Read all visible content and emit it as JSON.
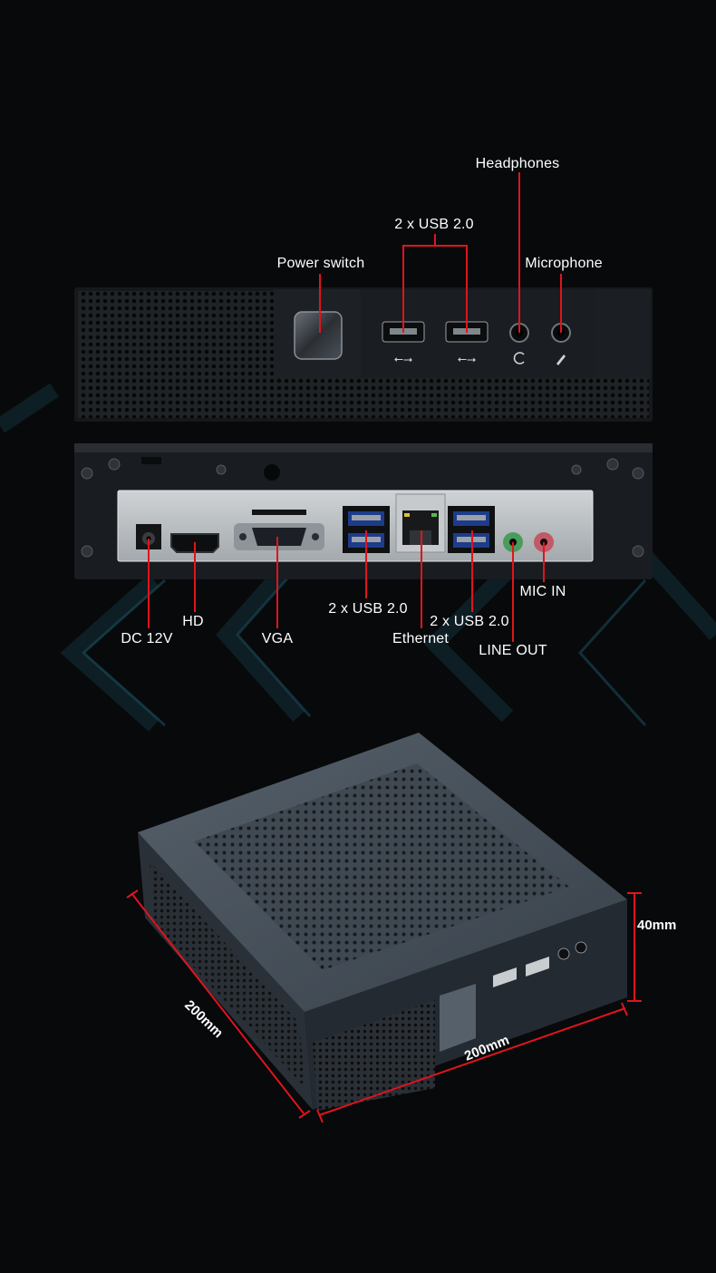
{
  "front_panel": {
    "labels": {
      "headphones": "Headphones",
      "usb": "2 x USB 2.0",
      "power_switch": "Power switch",
      "microphone": "Microphone"
    }
  },
  "rear_panel": {
    "labels": {
      "dc": "DC 12V",
      "hd": "HD",
      "vga": "VGA",
      "usb_left": "2 x USB 2.0",
      "ethernet": "Ethernet",
      "usb_right": "2 x USB 2.0",
      "mic_in": "MIC IN",
      "line_out": "LINE OUT"
    }
  },
  "dimensions": {
    "height": "40mm",
    "depth": "200mm",
    "width": "200mm"
  },
  "colors": {
    "callout_line": "#e0141c",
    "background": "#07090b",
    "case_dark": "#1b1e22",
    "io_plate": "#b9bdc1",
    "usb_blue": "#1d3c8a",
    "line_out_green": "#4a9c5a",
    "mic_in_pink": "#c25a66"
  }
}
